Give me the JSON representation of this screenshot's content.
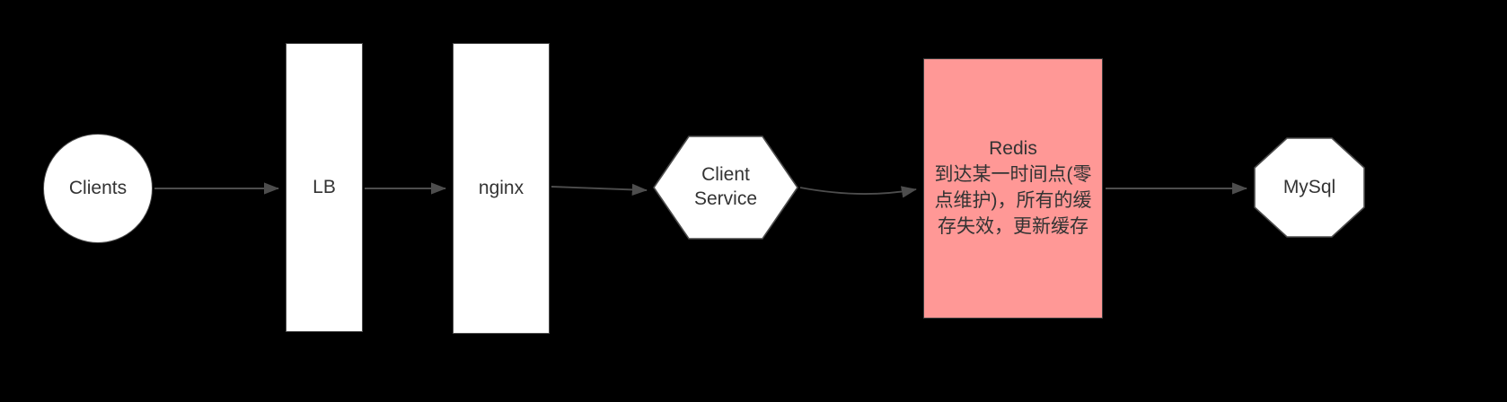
{
  "diagram": {
    "title": "Cache avalanche architecture flow",
    "background_color": "#000000",
    "edge_color": "#4d4d4d",
    "node_text_color": "#333333",
    "node_fill_default": "#ffffff",
    "node_stroke_default": "#4d4d4d",
    "accent_color": "#ff9896",
    "nodes": [
      {
        "id": "clients",
        "label": "Clients",
        "shape": "circle",
        "fill": "#ffffff",
        "stroke": "#4d4d4d"
      },
      {
        "id": "lb",
        "label": "LB",
        "shape": "rectangle",
        "fill": "#ffffff",
        "stroke": "#4d4d4d"
      },
      {
        "id": "nginx",
        "label": "nginx",
        "shape": "rectangle",
        "fill": "#ffffff",
        "stroke": "#4d4d4d"
      },
      {
        "id": "client-service",
        "label": "Client\nService",
        "shape": "hexagon",
        "fill": "#ffffff",
        "stroke": "#4d4d4d"
      },
      {
        "id": "redis",
        "label": "Redis\n到达某一时间点(零点维护)，所有的缓存失效，更新缓存",
        "shape": "rectangle",
        "fill": "#ff9896",
        "stroke": "#3d3d3d"
      },
      {
        "id": "mysql",
        "label": "MySql",
        "shape": "octagon",
        "fill": "#ffffff",
        "stroke": "#4d4d4d"
      }
    ],
    "edges": [
      {
        "id": "edge-clients-lb",
        "from": "clients",
        "to": "lb",
        "arrow": "single",
        "color": "#4d4d4d"
      },
      {
        "id": "edge-lb-nginx",
        "from": "lb",
        "to": "nginx",
        "arrow": "single",
        "color": "#4d4d4d"
      },
      {
        "id": "edge-nginx-client-service",
        "from": "nginx",
        "to": "client-service",
        "arrow": "single",
        "color": "#4d4d4d"
      },
      {
        "id": "edge-client-service-redis",
        "from": "client-service",
        "to": "redis",
        "arrow": "single",
        "color": "#4d4d4d"
      },
      {
        "id": "edge-redis-mysql",
        "from": "redis",
        "to": "mysql",
        "arrow": "single",
        "color": "#4d4d4d"
      }
    ]
  }
}
